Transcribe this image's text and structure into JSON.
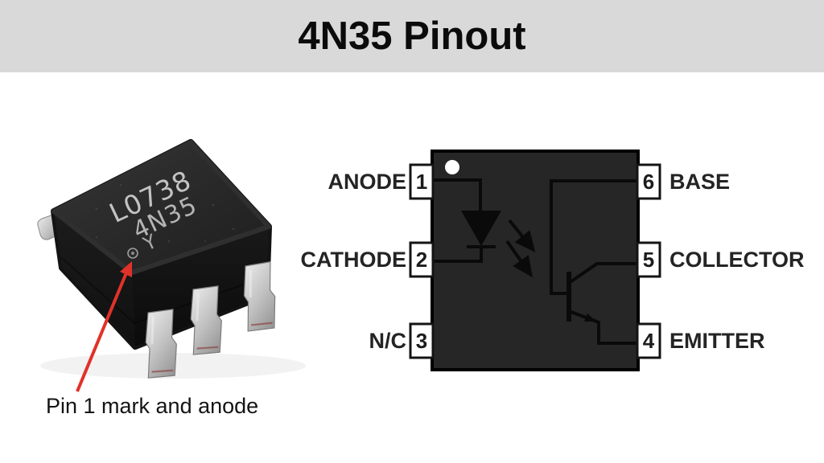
{
  "header": {
    "title": "4N35 Pinout"
  },
  "photo": {
    "caption": "Pin 1 mark and anode",
    "markings": {
      "line1": "L0738",
      "line2": "4N35",
      "line3": "Y"
    },
    "arrow_color": "#e0322a"
  },
  "diagram": {
    "left_pins": [
      {
        "number": "1",
        "label": "ANODE"
      },
      {
        "number": "2",
        "label": "CATHODE"
      },
      {
        "number": "3",
        "label": "N/C"
      }
    ],
    "right_pins": [
      {
        "number": "6",
        "label": "BASE"
      },
      {
        "number": "5",
        "label": "COLLECTOR"
      },
      {
        "number": "4",
        "label": "EMITTER"
      }
    ],
    "colors": {
      "header_bg": "#d9d9d9",
      "ic_body": "#262626",
      "wire": "#0a0a0a",
      "pin_box_bg": "#ffffff",
      "pin_box_border": "#141414"
    }
  }
}
